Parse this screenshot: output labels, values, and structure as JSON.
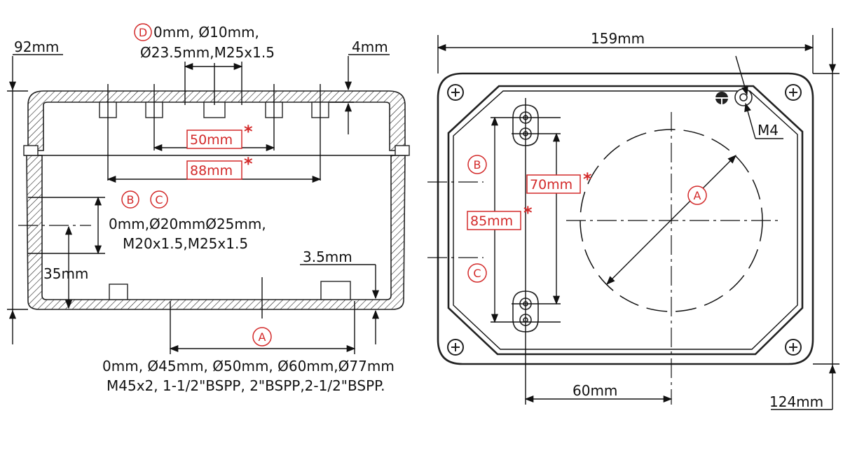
{
  "left_view": {
    "dim_total_height": "92mm",
    "dim_top_wall": "4mm",
    "knockouts_D_marker": "D",
    "knockouts_D_line1": "0mm, Ø10mm,",
    "knockouts_D_line2": "Ø23.5mm,M25x1.5",
    "dim_50": "50mm",
    "dim_88": "88mm",
    "marker_B": "B",
    "marker_C": "C",
    "knockouts_BC_line1": "0mm,Ø20mmØ25mm,",
    "knockouts_BC_line2": "M20x1.5,M25x1.5",
    "dim_35": "35mm",
    "dim_3_5": "3.5mm",
    "marker_A": "A",
    "knockouts_A_line1": "0mm, Ø45mm, Ø50mm, Ø60mm,Ø77mm",
    "knockouts_A_line2": "M45x2, 1-1/2\"BSPP, 2\"BSPP,2-1/2\"BSPP.",
    "star": "*"
  },
  "right_view": {
    "dim_width": "159mm",
    "dim_height": "124mm",
    "dim_60": "60mm",
    "dim_70": "70mm",
    "dim_85": "85mm",
    "label_m4": "M4",
    "marker_A": "A",
    "marker_B": "B",
    "marker_C": "C",
    "star": "*"
  },
  "colors": {
    "accent_red": "#d32a2a",
    "line": "#111111"
  }
}
